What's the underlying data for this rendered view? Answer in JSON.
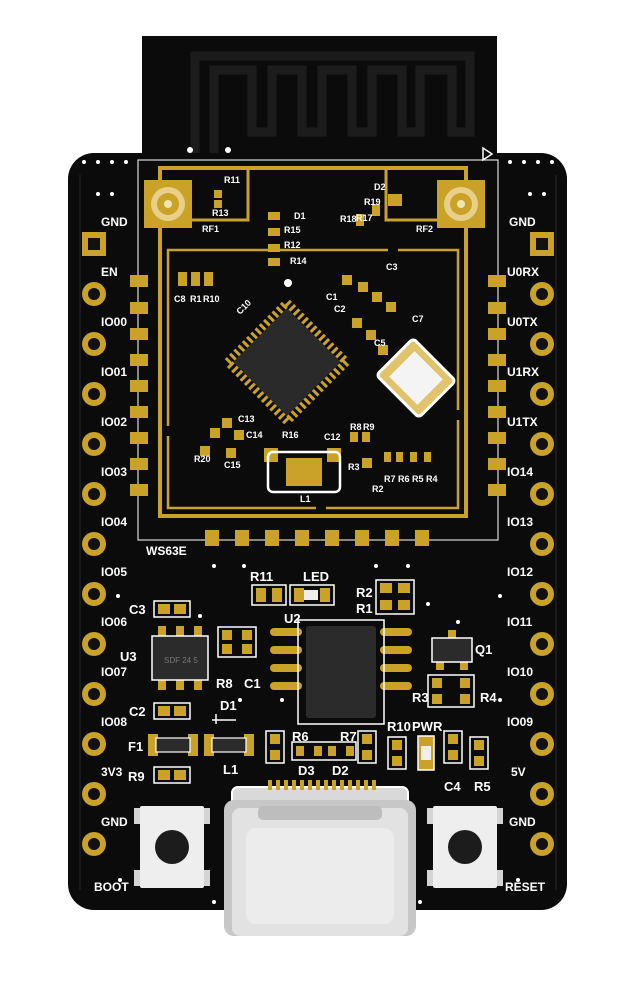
{
  "board": {
    "module_label": "WS63E",
    "left_pins": [
      "GND",
      "EN",
      "IO00",
      "IO01",
      "IO02",
      "IO03",
      "IO04",
      "IO05",
      "IO06",
      "IO07",
      "IO08",
      "3V3",
      "GND"
    ],
    "right_pins": [
      "GND",
      "U0RX",
      "U0TX",
      "U1RX",
      "U1TX",
      "IO14",
      "IO13",
      "IO12",
      "IO11",
      "IO10",
      "IO09",
      "5V",
      "GND"
    ],
    "buttons": {
      "left": "BOOT",
      "right": "RESET"
    },
    "antennas": {
      "left": "RF1",
      "right": "RF2"
    },
    "bottom_parts": {
      "u2": "U2",
      "u3": "U3",
      "q1": "Q1",
      "f1": "F1",
      "l1": "L1",
      "led": "LED",
      "pwr": "PWR",
      "r11": "R11",
      "r1": "R1",
      "r2": "R2",
      "r3": "R3",
      "r4": "R4",
      "r5": "R5",
      "r6": "R6",
      "r7": "R7",
      "r8": "R8",
      "r9": "R9",
      "r10": "R10",
      "c1": "C1",
      "c2": "C2",
      "c3": "C3",
      "c4": "C4",
      "d1": "D1",
      "d2": "D2",
      "d3": "D3"
    },
    "module_parts": {
      "r11": "R11",
      "r13": "R13",
      "d1": "D1",
      "r15": "R15",
      "r12": "R12",
      "r14": "R14",
      "c8": "C8",
      "r1": "R1",
      "r10": "R10",
      "c10": "C10",
      "c1": "C1",
      "c3": "C3",
      "c2": "C2",
      "c7": "C7",
      "c5": "C5",
      "r18": "R18",
      "r19": "R19",
      "r17": "R17",
      "d2": "D2",
      "c13": "C13",
      "c14": "C14",
      "r20": "R20",
      "c15": "C15",
      "c12": "C12",
      "r16": "R16",
      "l1": "L1",
      "r8": "R8",
      "r9": "R9",
      "r3": "R3",
      "r2": "R2",
      "r7": "R7",
      "r6": "R6",
      "r5": "R5",
      "r4": "R4"
    },
    "chip_marking": "SDF 24 5"
  }
}
